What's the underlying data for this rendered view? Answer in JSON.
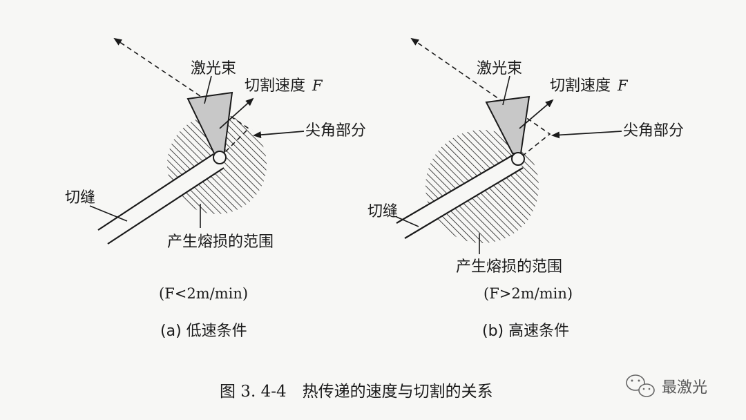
{
  "panels": [
    {
      "id": "a",
      "laser_label": "激光束",
      "speed_label": "切割速度",
      "speed_symbol": "F",
      "corner_label": "尖角部分",
      "kerf_label": "切缝",
      "melt_label": "产生熔损的范围",
      "condition_text": "(F<2m/min)",
      "sub_caption": "(a) 低速条件"
    },
    {
      "id": "b",
      "laser_label": "激光束",
      "speed_label": "切割速度",
      "speed_symbol": "F",
      "corner_label": "尖角部分",
      "kerf_label": "切缝",
      "melt_label": "产生熔损的范围",
      "condition_text": "(F>2m/min)",
      "sub_caption": "(b) 高速条件"
    }
  ],
  "figure_caption": "图 3. 4-4　热传递的速度与切割的关系",
  "watermark": {
    "icon": "wechat-icon",
    "text": "最激光"
  },
  "colors": {
    "ink": "#1a1a1a",
    "beam_fill": "#c8c8c8",
    "background": "#f7f7f5"
  }
}
